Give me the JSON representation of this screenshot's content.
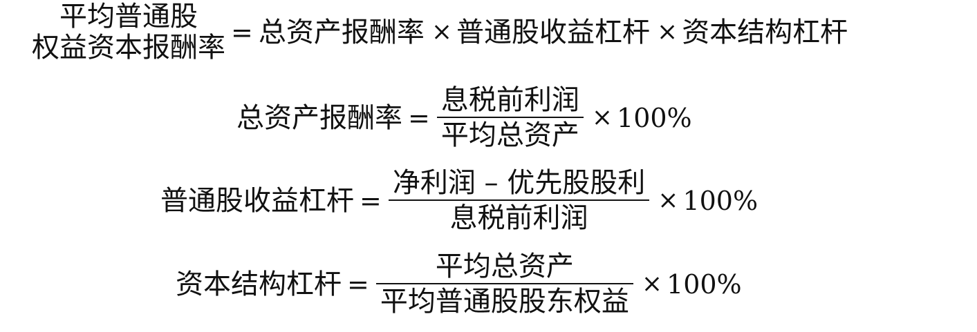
{
  "eq1": {
    "lhs_line1": "平均普通股",
    "lhs_line2": "权益资本报酬率",
    "eq": "=",
    "t1": "总资产报酬率",
    "mul1": "×",
    "t2": "普通股收益杠杆",
    "mul2": "×",
    "t3": "资本结构杠杆"
  },
  "eq2": {
    "lhs": "总资产报酬率",
    "eq": "=",
    "num": "息税前利润",
    "den": "平均总资产",
    "mul": "×",
    "pct": "100%"
  },
  "eq3": {
    "lhs": "普通股收益杠杆",
    "eq": "=",
    "num": "净利润 – 优先股股利",
    "den": "息税前利润",
    "mul": "×",
    "pct": "100%"
  },
  "eq4": {
    "lhs": "资本结构杠杆",
    "eq": "=",
    "num": "平均总资产",
    "den": "平均普通股股东权益",
    "mul": "×",
    "pct": "100%"
  }
}
